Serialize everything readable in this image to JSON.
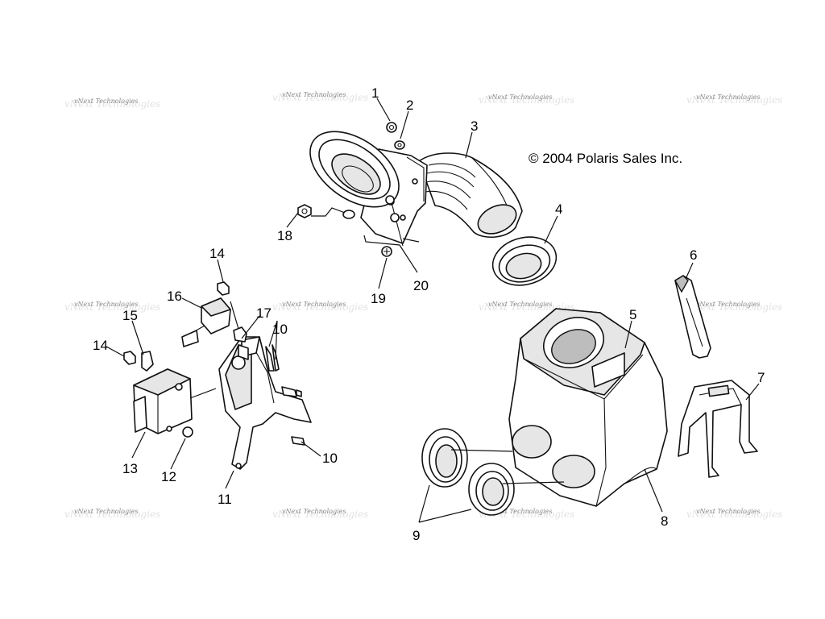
{
  "copyright": "© 2004 Polaris Sales Inc.",
  "watermark": {
    "text": "vNext Technologies",
    "color": "#8a8a8a"
  },
  "callouts": {
    "c1": "1",
    "c2": "2",
    "c3": "3",
    "c4": "4",
    "c5": "5",
    "c6": "6",
    "c7": "7",
    "c8": "8",
    "c9": "9",
    "c10a": "10",
    "c10b": "10",
    "c11": "11",
    "c12": "12",
    "c13": "13",
    "c14a": "14",
    "c14b": "14",
    "c15": "15",
    "c16": "16",
    "c17": "17",
    "c18": "18",
    "c19": "19",
    "c20": "20"
  },
  "colors": {
    "line": "#111111",
    "fill": "#ffffff",
    "shade": "#e6e6e6"
  }
}
